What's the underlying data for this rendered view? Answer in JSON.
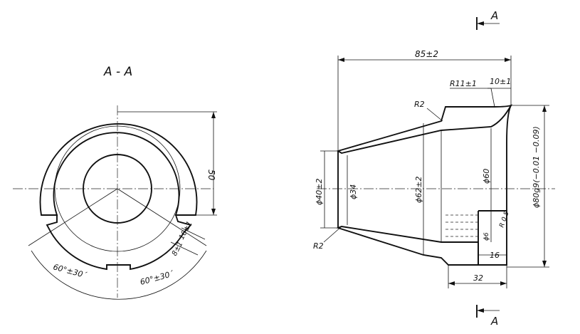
{
  "section_view": {
    "title": "A - A",
    "dims": {
      "height": "50",
      "angle_left": "60°±30´",
      "angle_right": "60°±30´",
      "slot_width": "10±1",
      "slot_depth": "8±1"
    }
  },
  "side_view": {
    "section_marker": "A",
    "dims": {
      "length": "85±2",
      "flange_radius": "R11±1",
      "flange_len": "10±1",
      "fillet_top": "R2",
      "fillet_bottom": "R2",
      "dia_left": "ϕ40±2",
      "dia_bore": "ϕ34",
      "dia_mid": "ϕ62±2",
      "dia_inner": "ϕ60",
      "dia_outer": "ϕ80g9(−0.01 −0.09)",
      "dia_small": "ϕ6",
      "radius_small": "R 0.5",
      "width_16": "16",
      "width_32": "32"
    }
  }
}
